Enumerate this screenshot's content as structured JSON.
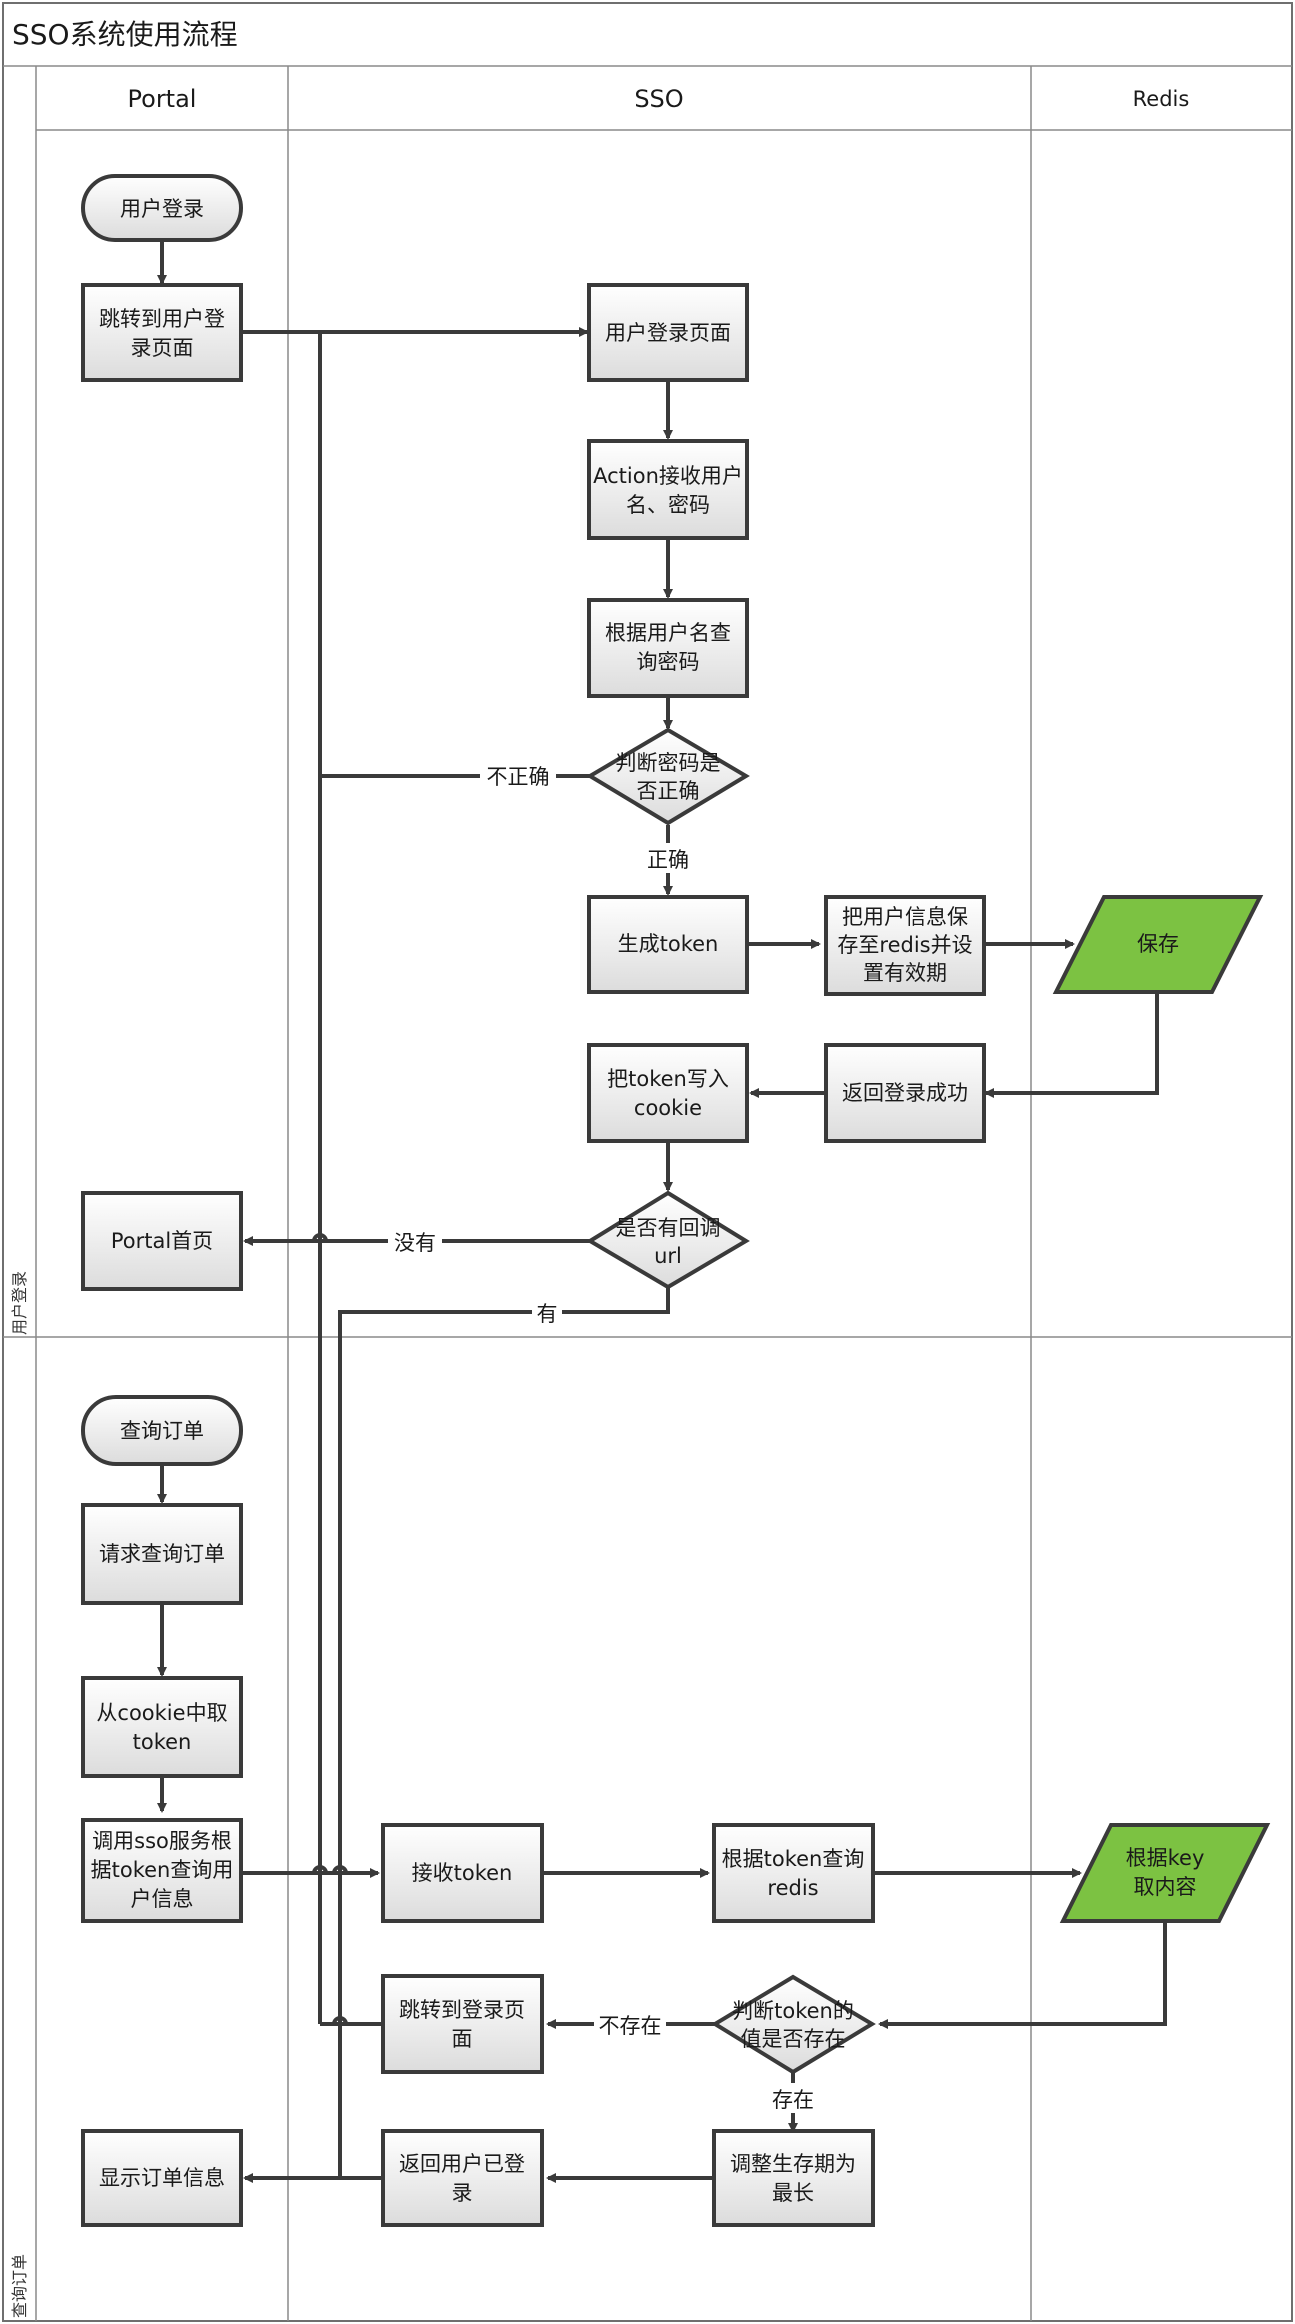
{
  "title": "SSO系统使用流程",
  "lanes": {
    "portal": "Portal",
    "sso": "SSO",
    "redis": "Redis"
  },
  "bands": {
    "login": "用户登录",
    "query": "查询订单"
  },
  "nodes": {
    "user_login": [
      "用户登录"
    ],
    "jump_login_page": [
      "跳转到用户登",
      "录页面"
    ],
    "login_page": [
      "用户登录页面"
    ],
    "action_receive": [
      "Action接收用户",
      "名、密码"
    ],
    "query_password": [
      "根据用户名查",
      "询密码"
    ],
    "check_password": [
      "判断密码是",
      "否正确"
    ],
    "gen_token": [
      "生成token"
    ],
    "save_user_info": [
      "把用户信息保",
      "存至redis并设",
      "置有效期"
    ],
    "redis_save": [
      "保存"
    ],
    "return_success": [
      "返回登录成功"
    ],
    "write_cookie": [
      "把token写入",
      "cookie"
    ],
    "has_callback": [
      "是否有回调",
      "url"
    ],
    "portal_home": [
      "Portal首页"
    ],
    "query_order": [
      "查询订单"
    ],
    "request_order": [
      "请求查询订单"
    ],
    "get_token_cookie": [
      "从cookie中取",
      "token"
    ],
    "call_sso_service": [
      "调用sso服务根",
      "据token查询用",
      "户信息"
    ],
    "receive_token": [
      "接收token"
    ],
    "query_redis": [
      "根据token查询",
      "redis"
    ],
    "redis_get": [
      "根据key",
      "取内容"
    ],
    "check_token": [
      "判断token的",
      "值是否存在"
    ],
    "jump_to_login": [
      "跳转到登录页",
      "面"
    ],
    "extend_ttl": [
      "调整生存期为",
      "最长"
    ],
    "return_logged_in": [
      "返回用户已登",
      "录"
    ],
    "show_order": [
      "显示订单信息"
    ]
  },
  "edge_labels": {
    "incorrect": "不正确",
    "correct": "正确",
    "no_callback": "没有",
    "has_callback": "有",
    "not_exist": "不存在",
    "exists": "存在"
  },
  "colors": {
    "data_fill": "#7cc242",
    "stroke": "#3a3a3a"
  }
}
